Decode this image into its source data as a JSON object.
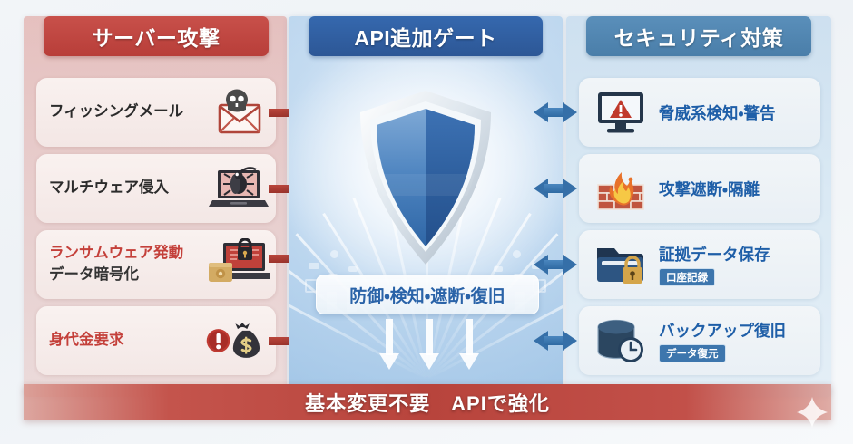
{
  "columns": {
    "attack": {
      "header": "サーバー攻撃",
      "accent": "#b83e39",
      "items": [
        {
          "label": "フィッシングメール",
          "icon": "skull-envelope-icon",
          "emphasis": false
        },
        {
          "label": "マルチウェア侵入",
          "icon": "laptop-bug-icon",
          "emphasis": false
        },
        {
          "label": "ランサムウェア発動",
          "sublabel": "データ暗号化",
          "icon": "laptop-lock-icon",
          "emphasis": true
        },
        {
          "label": "身代金要求",
          "icon": "money-bag-alert-icon",
          "emphasis": true
        }
      ]
    },
    "gate": {
      "header": "API追加ゲート",
      "accent": "#2d5796",
      "shield_icon": "shield-icon",
      "pill_label": "防御・検知・遮断・復旧"
    },
    "defense": {
      "header": "セキュリティ対策",
      "accent": "#4a7ea9",
      "items": [
        {
          "label": "脅威系検知・警告",
          "icon": "monitor-warning-icon",
          "badge": ""
        },
        {
          "label": "攻撃遮断・隔離",
          "icon": "firewall-flame-icon",
          "badge": ""
        },
        {
          "label": "証拠データ保存",
          "icon": "folder-lock-icon",
          "badge": "口座記録"
        },
        {
          "label": "バックアップ復旧",
          "icon": "database-clock-icon",
          "badge": "データ復元"
        }
      ]
    }
  },
  "banner": {
    "text": "基本変更不要　APIで強化"
  },
  "decor": {
    "sparkle_icon": "sparkle-icon",
    "down_arrow_icon": "arrow-down-icon"
  }
}
